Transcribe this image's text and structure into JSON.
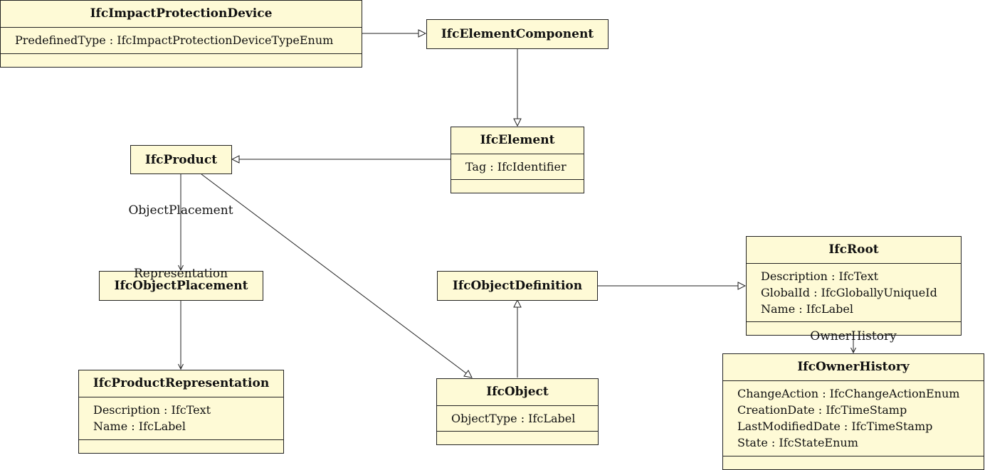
{
  "classes": {
    "impact_protection_device": {
      "name": "IfcImpactProtectionDevice",
      "attributes": [
        "PredefinedType : IfcImpactProtectionDeviceTypeEnum"
      ]
    },
    "element_component": {
      "name": "IfcElementComponent"
    },
    "element": {
      "name": "IfcElement",
      "attributes": [
        "Tag : IfcIdentifier"
      ]
    },
    "product": {
      "name": "IfcProduct"
    },
    "object_placement": {
      "name": "IfcObjectPlacement"
    },
    "product_representation": {
      "name": "IfcProductRepresentation",
      "attributes": [
        "Description : IfcText",
        "Name : IfcLabel"
      ]
    },
    "object_definition": {
      "name": "IfcObjectDefinition"
    },
    "object": {
      "name": "IfcObject",
      "attributes": [
        "ObjectType : IfcLabel"
      ]
    },
    "root": {
      "name": "IfcRoot",
      "attributes": [
        "Description : IfcText",
        "GlobalId : IfcGloballyUniqueId",
        "Name : IfcLabel"
      ]
    },
    "owner_history": {
      "name": "IfcOwnerHistory",
      "attributes": [
        "ChangeAction : IfcChangeActionEnum",
        "CreationDate : IfcTimeStamp",
        "LastModifiedDate : IfcTimeStamp",
        "State : IfcStateEnum"
      ]
    }
  },
  "associations": {
    "object_placement": "ObjectPlacement",
    "representation": "Representation",
    "owner_history": "OwnerHistory"
  },
  "colors": {
    "class_fill": "#fefad6",
    "line": "#222222"
  }
}
